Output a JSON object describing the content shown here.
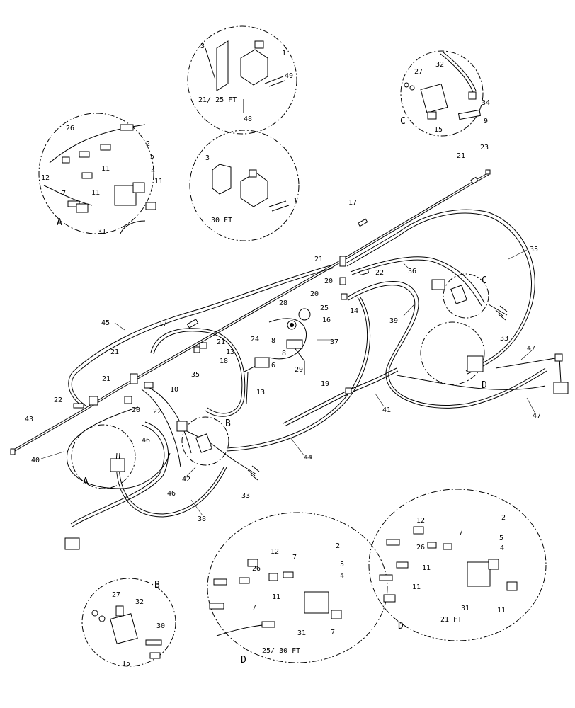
{
  "callouts": [
    {
      "id": "c-3-top",
      "text": "3"
    },
    {
      "id": "c-1-top",
      "text": "1"
    },
    {
      "id": "c-49",
      "text": "49"
    },
    {
      "id": "c-48",
      "text": "48"
    },
    {
      "id": "c-3-mid",
      "text": "3"
    },
    {
      "id": "c-1-mid",
      "text": "1"
    },
    {
      "id": "c-26-A",
      "text": "26"
    },
    {
      "id": "c-2-A",
      "text": "2"
    },
    {
      "id": "c-5-A",
      "text": "5"
    },
    {
      "id": "c-4-A",
      "text": "4"
    },
    {
      "id": "c-12-A",
      "text": "12"
    },
    {
      "id": "c-11-A1",
      "text": "11"
    },
    {
      "id": "c-11-A2",
      "text": "11"
    },
    {
      "id": "c-11-A3",
      "text": "11"
    },
    {
      "id": "c-7-A",
      "text": "7"
    },
    {
      "id": "c-31-A",
      "text": "31"
    },
    {
      "id": "c-27-C",
      "text": "27"
    },
    {
      "id": "c-32-C",
      "text": "32"
    },
    {
      "id": "c-34",
      "text": "34"
    },
    {
      "id": "c-9",
      "text": "9"
    },
    {
      "id": "c-15-C",
      "text": "15"
    },
    {
      "id": "c-21-a",
      "text": "21"
    },
    {
      "id": "c-23",
      "text": "23"
    },
    {
      "id": "c-17-a",
      "text": "17"
    },
    {
      "id": "c-35-a",
      "text": "35"
    },
    {
      "id": "c-21-b",
      "text": "21"
    },
    {
      "id": "c-36",
      "text": "36"
    },
    {
      "id": "c-22-a",
      "text": "22"
    },
    {
      "id": "c-20-a",
      "text": "20"
    },
    {
      "id": "c-20-b",
      "text": "20"
    },
    {
      "id": "c-14",
      "text": "14"
    },
    {
      "id": "c-28",
      "text": "28"
    },
    {
      "id": "c-25",
      "text": "25"
    },
    {
      "id": "c-16",
      "text": "16"
    },
    {
      "id": "c-37",
      "text": "37"
    },
    {
      "id": "c-39",
      "text": "39"
    },
    {
      "id": "c-33-a",
      "text": "33"
    },
    {
      "id": "c-45",
      "text": "45"
    },
    {
      "id": "c-17-b",
      "text": "17"
    },
    {
      "id": "c-24",
      "text": "24"
    },
    {
      "id": "c-8-a",
      "text": "8"
    },
    {
      "id": "c-21-c",
      "text": "21"
    },
    {
      "id": "c-21-d",
      "text": "21"
    },
    {
      "id": "c-18",
      "text": "18"
    },
    {
      "id": "c-13-a",
      "text": "13"
    },
    {
      "id": "c-6",
      "text": "6"
    },
    {
      "id": "c-8-b",
      "text": "8"
    },
    {
      "id": "c-29",
      "text": "29"
    },
    {
      "id": "c-13-b",
      "text": "13"
    },
    {
      "id": "c-35-b",
      "text": "35"
    },
    {
      "id": "c-10",
      "text": "10"
    },
    {
      "id": "c-21-e",
      "text": "21"
    },
    {
      "id": "c-22-b",
      "text": "22"
    },
    {
      "id": "c-22-c",
      "text": "22"
    },
    {
      "id": "c-20-c",
      "text": "20"
    },
    {
      "id": "c-43",
      "text": "43"
    },
    {
      "id": "c-19",
      "text": "19"
    },
    {
      "id": "c-41",
      "text": "41"
    },
    {
      "id": "c-47-a",
      "text": "47"
    },
    {
      "id": "c-47-b",
      "text": "47"
    },
    {
      "id": "c-40",
      "text": "40"
    },
    {
      "id": "c-46-a",
      "text": "46"
    },
    {
      "id": "c-46-b",
      "text": "46"
    },
    {
      "id": "c-42",
      "text": "42"
    },
    {
      "id": "c-33-b",
      "text": "33"
    },
    {
      "id": "c-44",
      "text": "44"
    },
    {
      "id": "c-38",
      "text": "38"
    },
    {
      "id": "c-27-B",
      "text": "27"
    },
    {
      "id": "c-32-B",
      "text": "32"
    },
    {
      "id": "c-30",
      "text": "30"
    },
    {
      "id": "c-15-B",
      "text": "15"
    },
    {
      "id": "c-12-D1",
      "text": "12"
    },
    {
      "id": "c-2-D1",
      "text": "2"
    },
    {
      "id": "c-7-D1",
      "text": "7"
    },
    {
      "id": "c-5-D1",
      "text": "5"
    },
    {
      "id": "c-4-D1",
      "text": "4"
    },
    {
      "id": "c-26-D1",
      "text": "26"
    },
    {
      "id": "c-11-D1a",
      "text": "11"
    },
    {
      "id": "c-11-D1b",
      "text": "11"
    },
    {
      "id": "c-31-D1",
      "text": "31"
    },
    {
      "id": "c-11-D1c",
      "text": "11"
    },
    {
      "id": "c-12-D2",
      "text": "12"
    },
    {
      "id": "c-7-D2a",
      "text": "7"
    },
    {
      "id": "c-2-D2",
      "text": "2"
    },
    {
      "id": "c-5-D2",
      "text": "5"
    },
    {
      "id": "c-4-D2",
      "text": "4"
    },
    {
      "id": "c-26-D2",
      "text": "26"
    },
    {
      "id": "c-11-D2",
      "text": "11"
    },
    {
      "id": "c-7-D2b",
      "text": "7"
    },
    {
      "id": "c-31-D2",
      "text": "31"
    },
    {
      "id": "c-7-D2c",
      "text": "7"
    }
  ],
  "detail_letters": {
    "A_left": "A",
    "A_lower": "A",
    "B_main": "B",
    "B_detail": "B",
    "C_main": "C",
    "C_detail": "C",
    "D_main": "D",
    "D_detail_center": "D",
    "D_detail_right": "D"
  },
  "size_labels": {
    "top_detail": "21/ 25 FT",
    "mid_detail": "30 FT",
    "bottom_center": "25/ 30 FT",
    "bottom_right": "21 FT"
  }
}
